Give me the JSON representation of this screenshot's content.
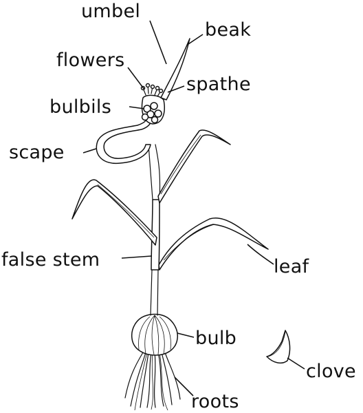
{
  "diagram": {
    "labels": {
      "umbel": "umbel",
      "beak": "beak",
      "flowers": "flowers",
      "spathe": "spathe",
      "bulbils": "bulbils",
      "scape": "scape",
      "false_stem": "false stem",
      "leaf": "leaf",
      "bulb": "bulb",
      "clove": "clove",
      "roots": "roots"
    },
    "colors": {
      "ink": "#111111",
      "background": "#ffffff"
    }
  }
}
